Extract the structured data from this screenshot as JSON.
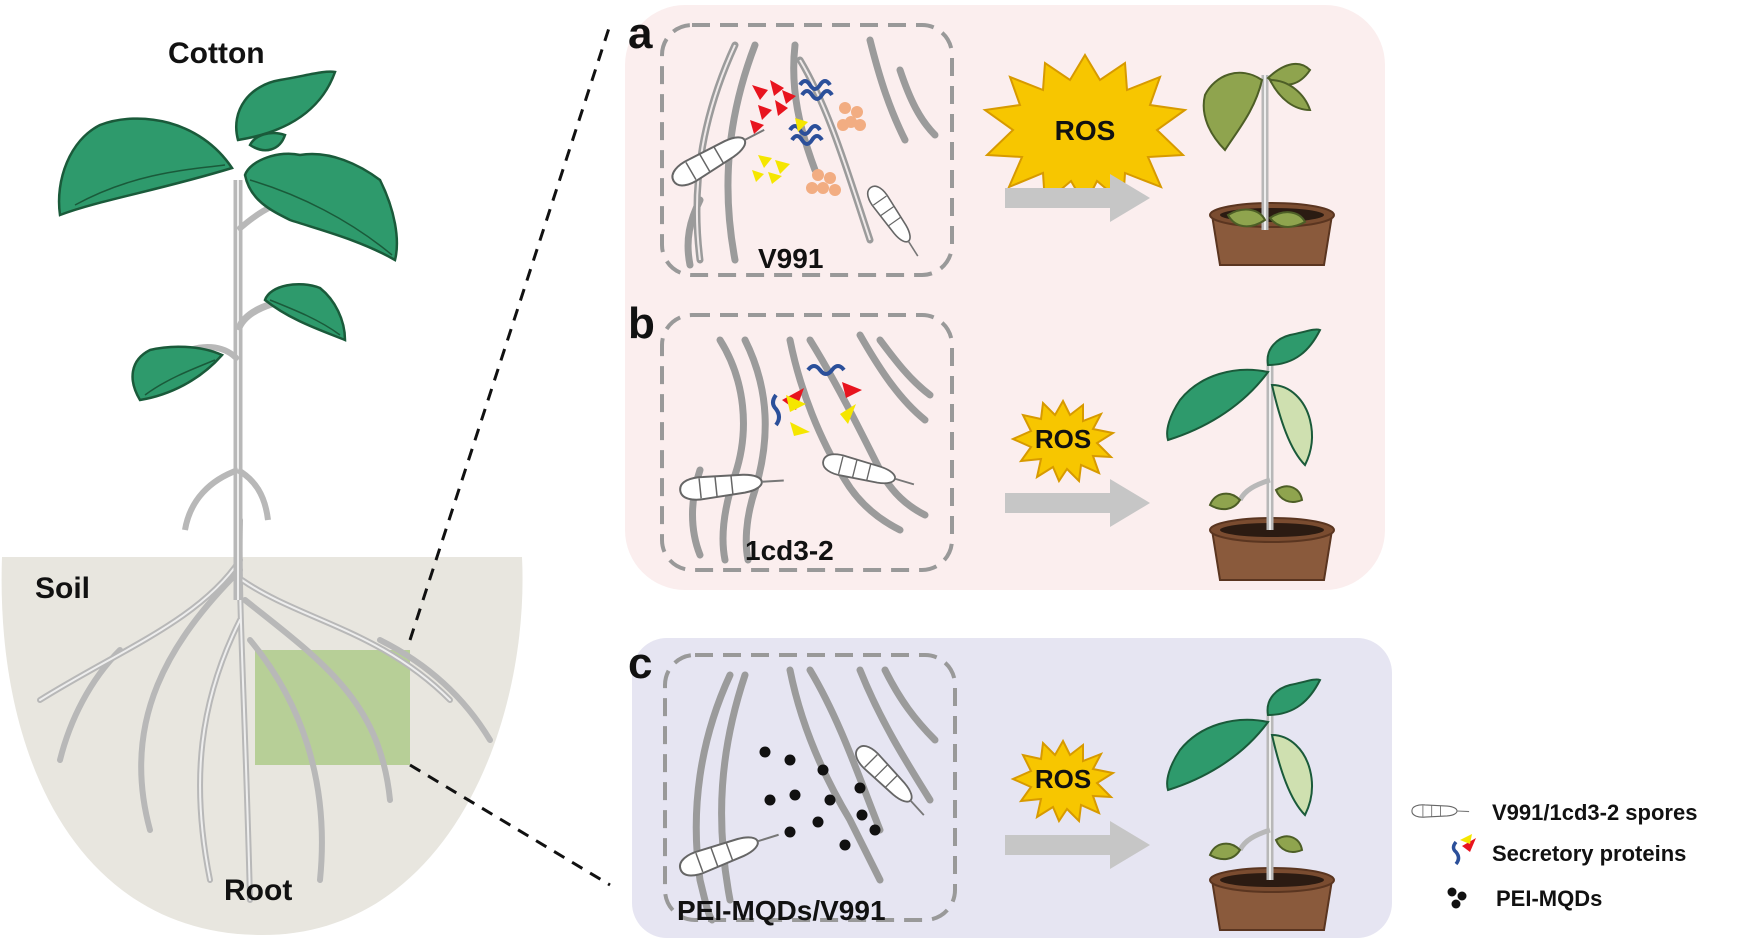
{
  "plant": {
    "top_label": "Cotton",
    "soil_label": "Soil",
    "root_label": "Root"
  },
  "panels": [
    {
      "letter": "a",
      "strain_label": "V991",
      "ros_label": "ROS",
      "outcome": "wilted-plant"
    },
    {
      "letter": "b",
      "strain_label": "1cd3-2",
      "ros_label": "ROS",
      "outcome": "healthy-plant"
    },
    {
      "letter": "c",
      "strain_label": "PEI-MQDs/V991",
      "ros_label": "ROS",
      "outcome": "healthy-plant"
    }
  ],
  "legend": {
    "items": [
      {
        "icon": "spore-icon",
        "label": "V991/1cd3-2 spores"
      },
      {
        "icon": "secretory-protein-icon",
        "label": "Secretory proteins"
      },
      {
        "icon": "nanoparticle-dots-icon",
        "label": "PEI-MQDs"
      }
    ]
  },
  "colors": {
    "panel_ab_bg": "#fbeeee",
    "panel_c_bg": "#e6e5f2",
    "soil": "#e8e6df",
    "root_highlight": "#a7c77f",
    "leaf": "#2e9a6c",
    "wilted_leaf": "#8fa44e",
    "ros": "#f5c400",
    "arrow": "#c6c6c6",
    "hyphae": "#9b9b9b",
    "protein_red": "#e8141e",
    "protein_yellow": "#f5e600",
    "protein_blue": "#2b4f9a",
    "orange_particles": "#f2ad82"
  }
}
